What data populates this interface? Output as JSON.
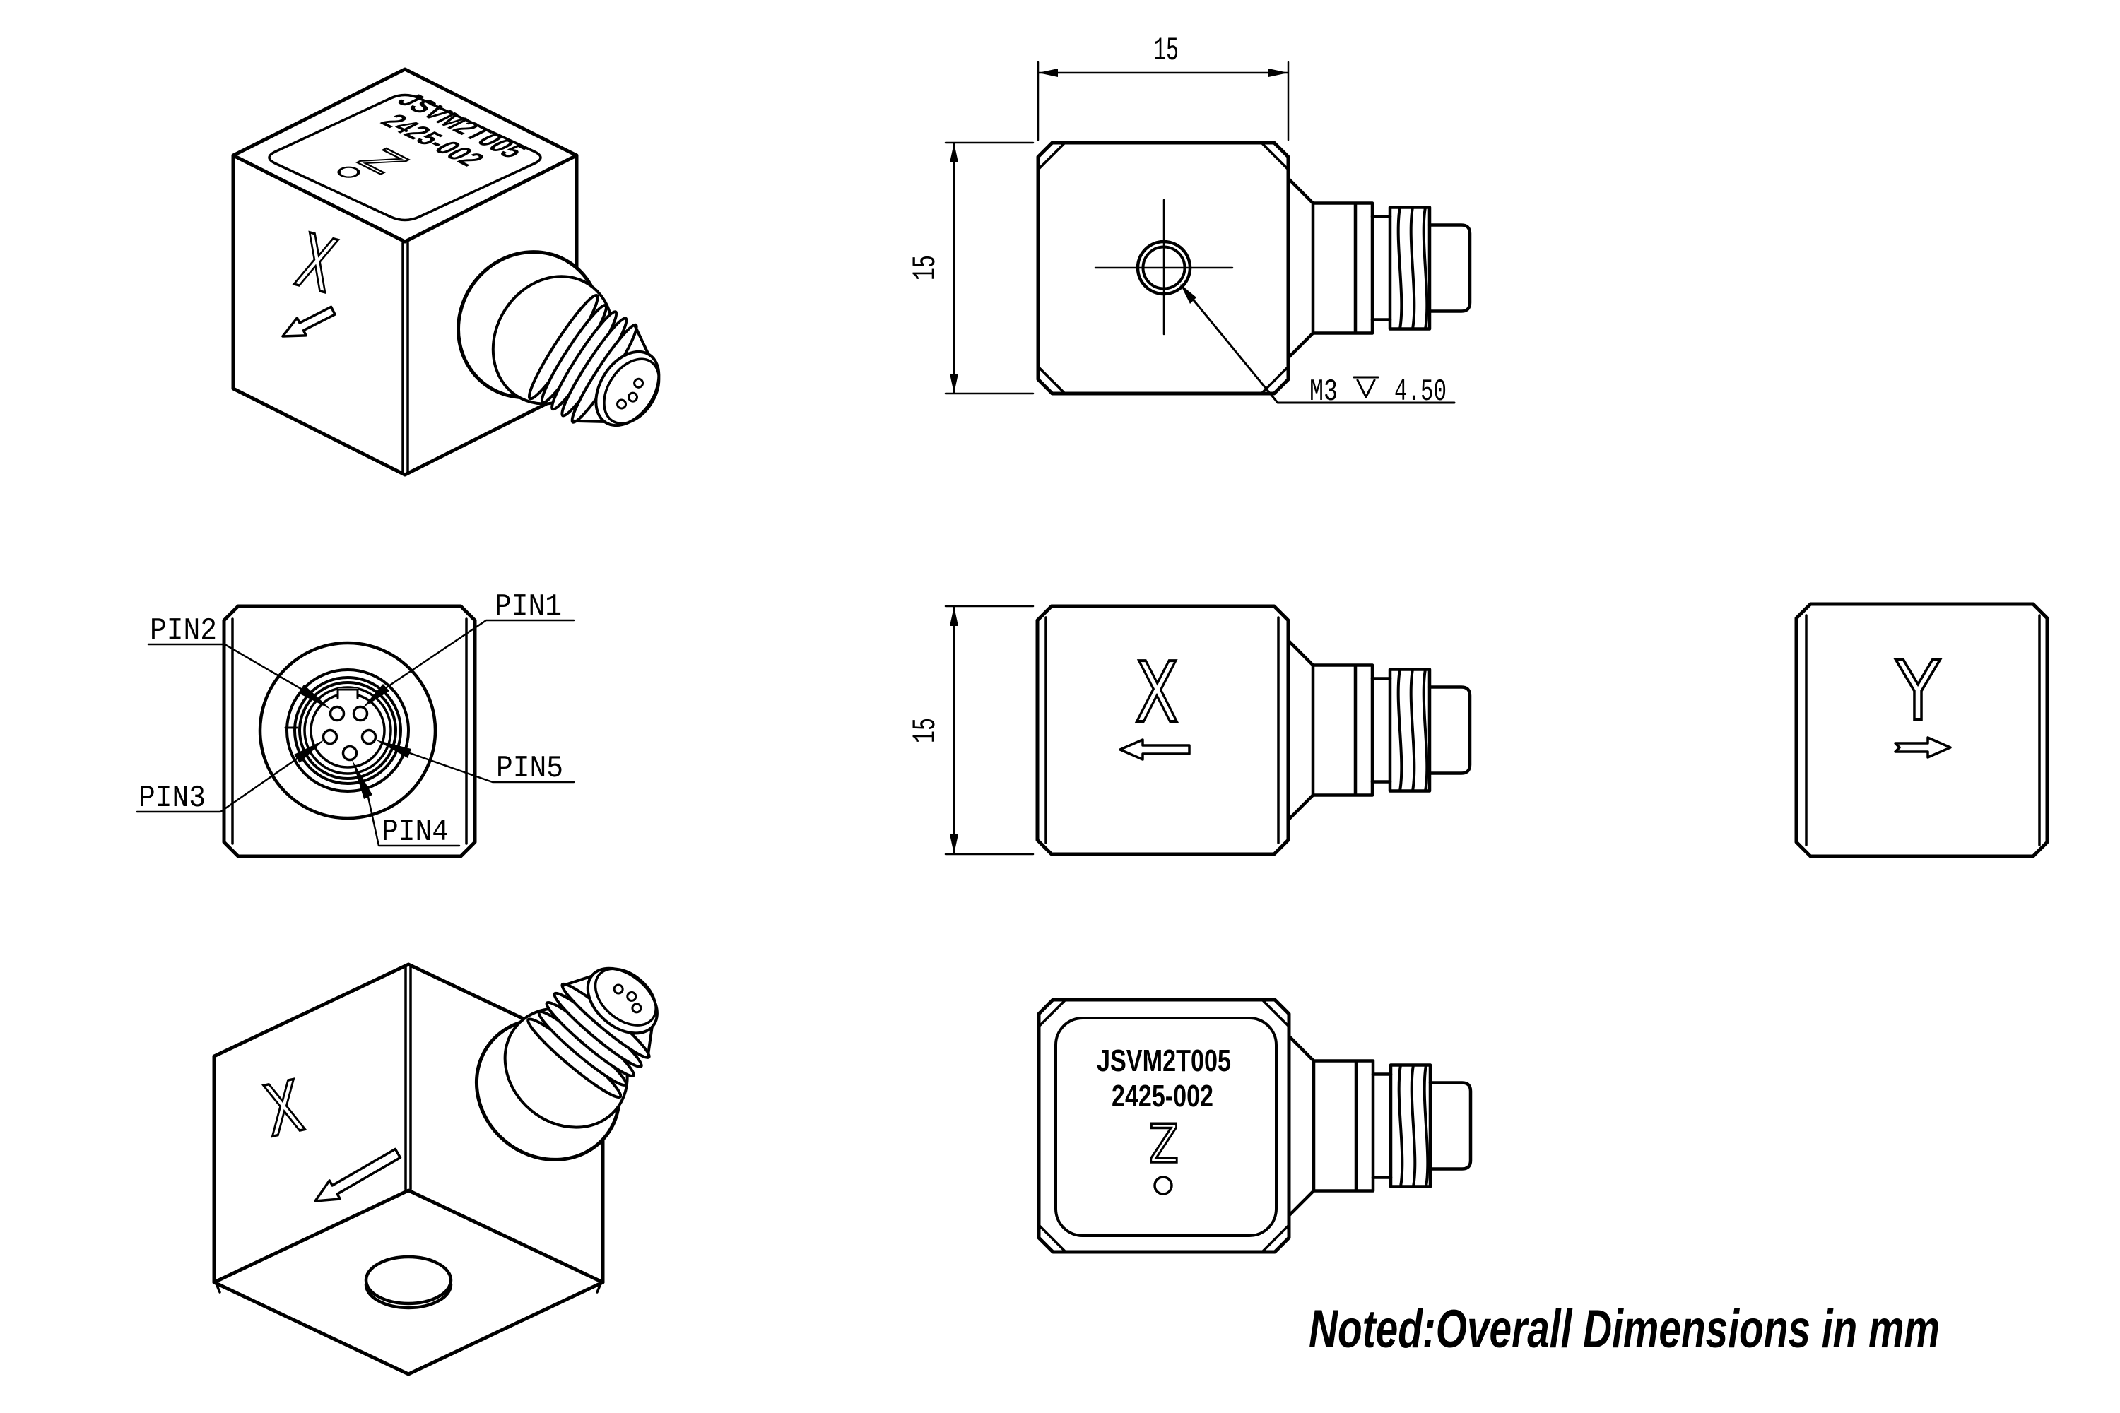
{
  "canvas": {
    "paper_color": "#ffffff",
    "line_color": "#000000"
  },
  "product": {
    "model": "JSVM2T005",
    "serial": "2425-002"
  },
  "axes": {
    "x": "X",
    "y": "Y",
    "z": "Z"
  },
  "dimensions": {
    "top_width": "15",
    "top_height": "15",
    "side_height": "15"
  },
  "thread_callout": {
    "thread": "M3",
    "depth": "4.50"
  },
  "icons": {
    "depth_symbol": "depth-bar-v",
    "direction_arrows": "axis-direction-arrow"
  },
  "connector": {
    "pins": [
      {
        "label": "PIN1"
      },
      {
        "label": "PIN2"
      },
      {
        "label": "PIN3"
      },
      {
        "label": "PIN4"
      },
      {
        "label": "PIN5"
      }
    ]
  },
  "note": "Noted:Overall Dimensions in mm"
}
